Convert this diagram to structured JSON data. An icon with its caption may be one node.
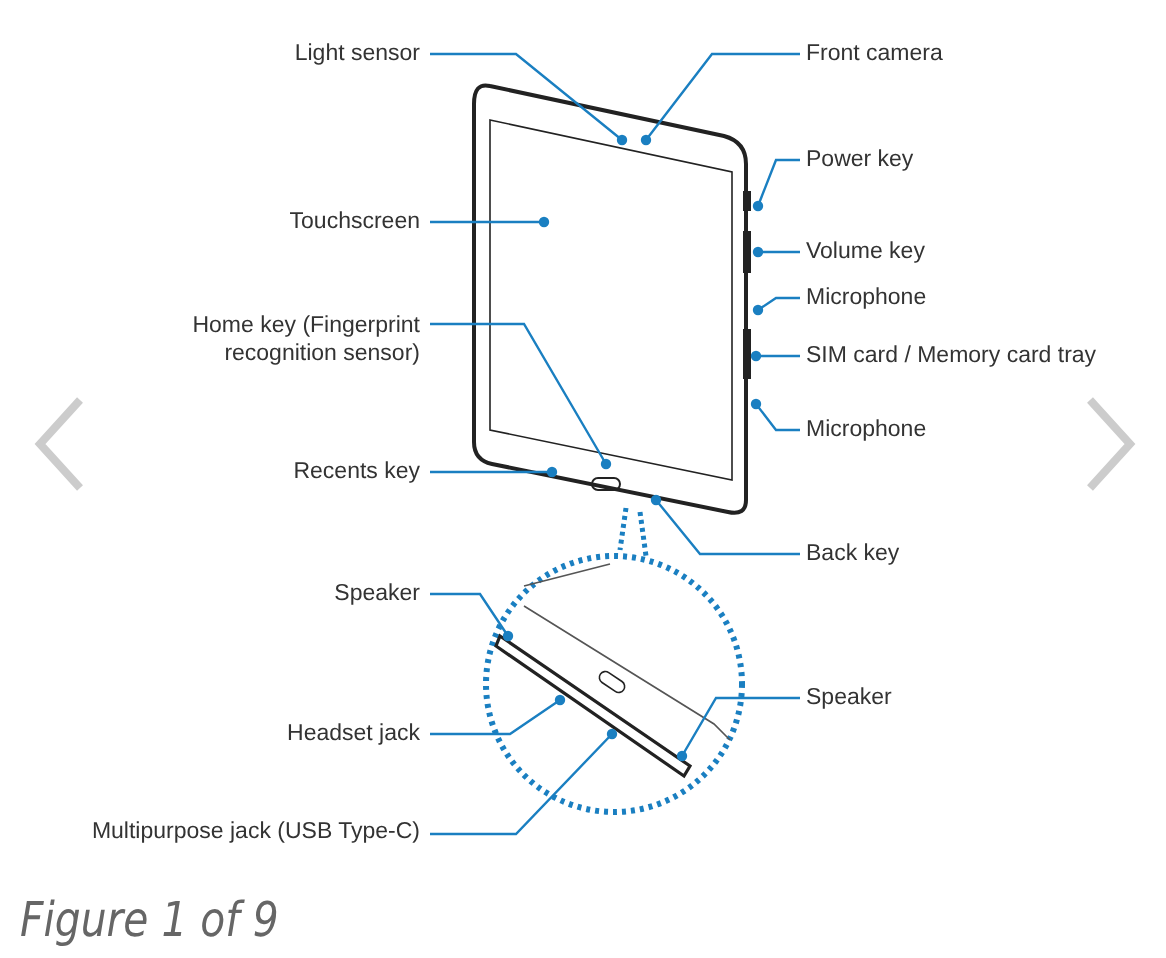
{
  "diagram": {
    "caption": "Figure 1 of 9",
    "nodes": [
      {
        "text": [
          "Light sensor"
        ]
      },
      {
        "text": [
          "Front camera"
        ]
      },
      {
        "text": [
          "Power key"
        ]
      },
      {
        "text": [
          "Touchscreen"
        ]
      },
      {
        "text": [
          "Volume key"
        ]
      },
      {
        "text": [
          "Microphone"
        ]
      },
      {
        "text": [
          "Home key (Fingerprint recognition sensor)"
        ]
      },
      {
        "text": [
          "SIM card / Memory card tray"
        ]
      },
      {
        "text": [
          "Microphone"
        ]
      },
      {
        "text": [
          "Recents key"
        ]
      },
      {
        "text": [
          "Back key"
        ]
      },
      {
        "text": [
          "Speaker"
        ]
      },
      {
        "text": [
          "Speaker"
        ]
      },
      {
        "text": [
          "Headset jack"
        ]
      },
      {
        "text": [
          "Multipurpose jack (USB Type-C)"
        ]
      }
    ],
    "edges": [
      {
        "from": 0,
        "to": null,
        "arrow": "other"
      },
      {
        "from": 1,
        "to": null,
        "arrow": "other"
      },
      {
        "from": 2,
        "to": null,
        "arrow": "other"
      },
      {
        "from": 3,
        "to": null,
        "arrow": "other"
      },
      {
        "from": 4,
        "to": null,
        "arrow": "other"
      },
      {
        "from": 5,
        "to": null,
        "arrow": "other"
      },
      {
        "from": 6,
        "to": null,
        "arrow": "other"
      },
      {
        "from": 7,
        "to": null,
        "arrow": "other"
      },
      {
        "from": 8,
        "to": null,
        "arrow": "other"
      },
      {
        "from": 9,
        "to": null,
        "arrow": "other"
      },
      {
        "from": 10,
        "to": null,
        "arrow": "other"
      },
      {
        "from": 11,
        "to": null,
        "arrow": "other"
      },
      {
        "from": 12,
        "to": null,
        "arrow": "other"
      },
      {
        "from": 13,
        "to": null,
        "arrow": "other"
      },
      {
        "from": 14,
        "to": null,
        "arrow": "other"
      }
    ]
  }
}
